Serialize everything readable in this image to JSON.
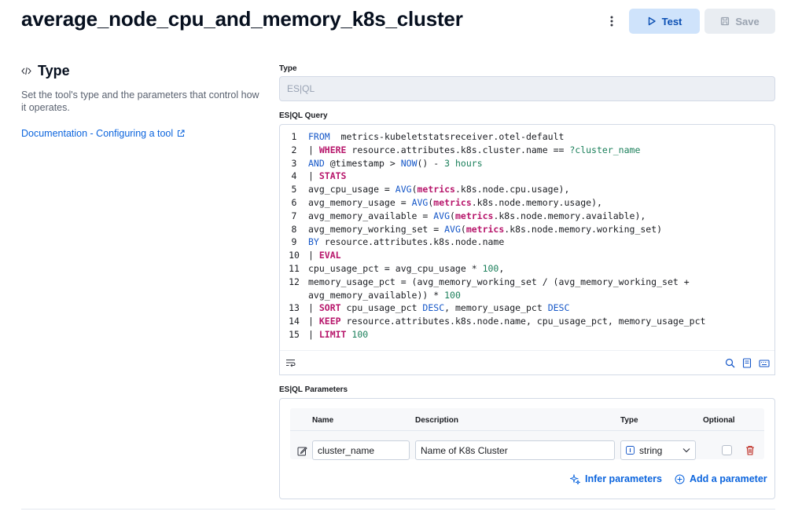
{
  "header": {
    "title": "average_node_cpu_and_memory_k8s_cluster",
    "test_label": "Test",
    "save_label": "Save"
  },
  "section": {
    "title": "Type",
    "description": "Set the tool's type and the parameters that control how it operates.",
    "doc_link": "Documentation - Configuring a tool"
  },
  "type_field": {
    "label": "Type",
    "value": "ES|QL"
  },
  "query": {
    "label": "ES|QL Query",
    "lines": [
      {
        "n": "1",
        "parts": [
          [
            "kw-blue",
            "FROM"
          ],
          [
            "",
            "  metrics-kubeletstatsreceiver.otel-default"
          ]
        ]
      },
      {
        "n": "2",
        "parts": [
          [
            "",
            "| "
          ],
          [
            "kw",
            "WHERE"
          ],
          [
            "",
            " resource.attributes.k8s.cluster.name == "
          ],
          [
            "prm",
            "?cluster_name"
          ]
        ]
      },
      {
        "n": "3",
        "parts": [
          [
            "kw-blue",
            "AND"
          ],
          [
            "",
            " @timestamp > "
          ],
          [
            "fn",
            "NOW"
          ],
          [
            "",
            "() - "
          ],
          [
            "num",
            "3"
          ],
          [
            "",
            " "
          ],
          [
            "num",
            "hours"
          ]
        ]
      },
      {
        "n": "4",
        "parts": [
          [
            "",
            "| "
          ],
          [
            "kw",
            "STATS"
          ]
        ]
      },
      {
        "n": "5",
        "parts": [
          [
            "",
            "avg_cpu_usage = "
          ],
          [
            "fn",
            "AVG"
          ],
          [
            "",
            "("
          ],
          [
            "kw",
            "metrics"
          ],
          [
            "",
            ".k8s.node.cpu.usage),"
          ]
        ]
      },
      {
        "n": "6",
        "parts": [
          [
            "",
            "avg_memory_usage = "
          ],
          [
            "fn",
            "AVG"
          ],
          [
            "",
            "("
          ],
          [
            "kw",
            "metrics"
          ],
          [
            "",
            ".k8s.node.memory.usage),"
          ]
        ]
      },
      {
        "n": "7",
        "parts": [
          [
            "",
            "avg_memory_available = "
          ],
          [
            "fn",
            "AVG"
          ],
          [
            "",
            "("
          ],
          [
            "kw",
            "metrics"
          ],
          [
            "",
            ".k8s.node.memory.available),"
          ]
        ]
      },
      {
        "n": "8",
        "parts": [
          [
            "",
            "avg_memory_working_set = "
          ],
          [
            "fn",
            "AVG"
          ],
          [
            "",
            "("
          ],
          [
            "kw",
            "metrics"
          ],
          [
            "",
            ".k8s.node.memory.working_set)"
          ]
        ]
      },
      {
        "n": "9",
        "parts": [
          [
            "kw-blue",
            "BY"
          ],
          [
            "",
            " resource.attributes.k8s.node.name"
          ]
        ]
      },
      {
        "n": "10",
        "parts": [
          [
            "",
            "| "
          ],
          [
            "kw",
            "EVAL"
          ]
        ]
      },
      {
        "n": "11",
        "parts": [
          [
            "",
            "cpu_usage_pct = avg_cpu_usage * "
          ],
          [
            "num",
            "100"
          ],
          [
            "",
            ","
          ]
        ]
      },
      {
        "n": "12",
        "parts": [
          [
            "",
            "memory_usage_pct = (avg_memory_working_set / (avg_memory_working_set +"
          ]
        ]
      },
      {
        "n": "",
        "parts": [
          [
            "",
            "avg_memory_available)) * "
          ],
          [
            "num",
            "100"
          ]
        ]
      },
      {
        "n": "13",
        "parts": [
          [
            "",
            "| "
          ],
          [
            "kw",
            "SORT"
          ],
          [
            "",
            " cpu_usage_pct "
          ],
          [
            "kw-blue",
            "DESC"
          ],
          [
            "",
            ", memory_usage_pct "
          ],
          [
            "kw-blue",
            "DESC"
          ]
        ]
      },
      {
        "n": "14",
        "parts": [
          [
            "",
            "| "
          ],
          [
            "kw",
            "KEEP"
          ],
          [
            "",
            " resource.attributes.k8s.node.name, cpu_usage_pct, memory_usage_pct"
          ]
        ]
      },
      {
        "n": "15",
        "parts": [
          [
            "",
            "| "
          ],
          [
            "kw",
            "LIMIT"
          ],
          [
            "",
            " "
          ],
          [
            "num",
            "100"
          ]
        ]
      }
    ]
  },
  "params": {
    "label": "ES|QL Parameters",
    "columns": {
      "name": "Name",
      "description": "Description",
      "type": "Type",
      "optional": "Optional"
    },
    "rows": [
      {
        "name": "cluster_name",
        "description": "Name of K8s Cluster",
        "type": "string",
        "optional": false
      }
    ],
    "infer_label": "Infer parameters",
    "add_label": "Add a parameter"
  },
  "colors": {
    "primary": "#0b64dd",
    "keyword": "#b7166b",
    "danger": "#bd271e"
  }
}
